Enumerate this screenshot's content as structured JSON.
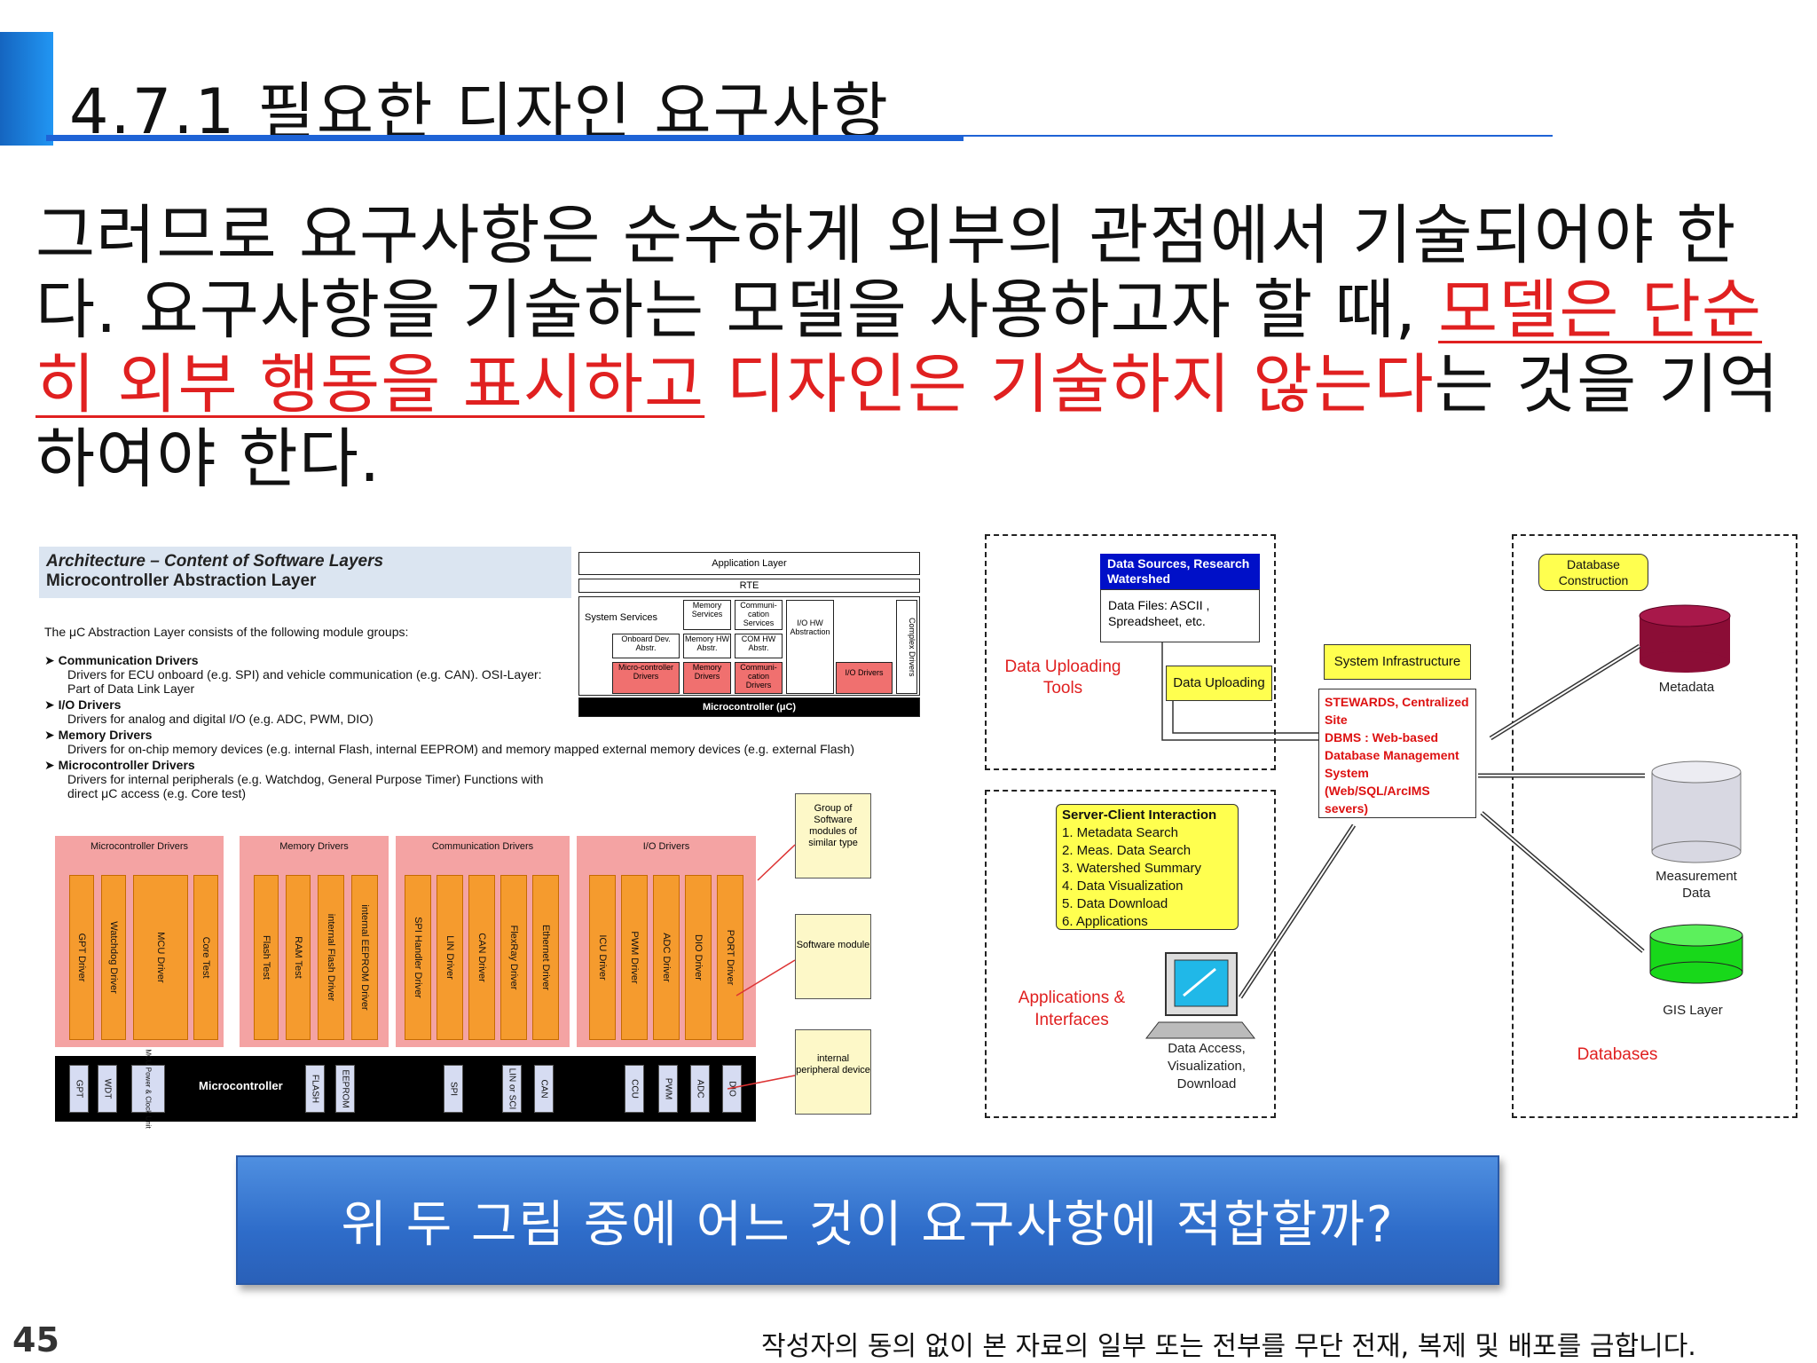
{
  "slide": {
    "title": "4.7.1 필요한 디자인 요구사항",
    "body": {
      "part1": "그러므로 요구사항은 순수하게 외부의 관점에서 기술되어야 한다. 요구사항을 기술하는 모델을 사용하고자 할 때, ",
      "red_underlined": "모델은 단순히 외부 행동을 표시하고",
      "space": " ",
      "red_plain": "디자인은 기술하지 않는다",
      "part2": "는 것을 기억하여야 한다."
    },
    "question": "위 두 그림 중에 어느 것이 요구사항에 적합할까?",
    "page_number": "45",
    "footer": "작성자의 동의 없이 본 자료의 일부 또는 전부를 무단 전재, 복제 및 배포를 금합니다."
  },
  "left_figure": {
    "header1": "Architecture – Content of Software Layers",
    "header2": "Microcontroller Abstraction Layer",
    "intro": "The μC Abstraction Layer consists of the following module groups:",
    "items": [
      {
        "title": "Communication Drivers",
        "desc": "Drivers for ECU onboard (e.g. SPI) and vehicle communication (e.g. CAN). OSI-Layer: Part of Data Link Layer"
      },
      {
        "title": "I/O Drivers",
        "desc": "Drivers for analog and digital I/O (e.g. ADC, PWM, DIO)"
      },
      {
        "title": "Memory Drivers",
        "desc": "Drivers for on-chip memory devices (e.g. internal Flash, internal EEPROM) and memory mapped external memory devices (e.g. external Flash)"
      },
      {
        "title": "Microcontroller Drivers",
        "desc": "Drivers for internal peripherals (e.g. Watchdog, General Purpose Timer) Functions with direct μC access (e.g. Core test)"
      }
    ],
    "stack": {
      "app": "Application Layer",
      "rte": "RTE",
      "sys": "System Services",
      "mem_serv": "Memory Services",
      "comm_serv": "Communi-cation Services",
      "io_hw": "I/O HW Abstraction",
      "complex": "Complex Drivers",
      "onboard": "Onboard Dev. Abstr.",
      "mem_hw": "Memory HW Abstr.",
      "com_hw": "COM HW Abstr.",
      "mc_drv": "Micro-controller Drivers",
      "mem_drv": "Memory Drivers",
      "comm_drv": "Communi-cation Drivers",
      "io_drv": "I/O Drivers",
      "mc": "Microcontroller (μC)"
    },
    "groups": [
      {
        "title": "Microcontroller Drivers",
        "drivers": [
          "GPT Driver",
          "Watchdog Driver",
          "MCU Driver",
          "Core Test"
        ]
      },
      {
        "title": "Memory Drivers",
        "drivers": [
          "Flash Test",
          "RAM Test",
          "internal Flash Driver",
          "internal EEPROM Driver"
        ]
      },
      {
        "title": "Communication Drivers",
        "drivers": [
          "SPI Handler Driver",
          "LIN Driver",
          "CAN Driver",
          "FlexRay Driver",
          "Ethernet Driver"
        ]
      },
      {
        "title": "I/O Drivers",
        "drivers": [
          "ICU Driver",
          "PWM Driver",
          "ADC Driver",
          "DIO Driver",
          "PORT Driver"
        ]
      }
    ],
    "mc_label": "Microcontroller",
    "mc_cells": [
      "GPT",
      "WDT",
      "MCU Power & Clock Unit",
      "FLASH",
      "EEPROM",
      "SPI",
      "LIN or SCI",
      "CAN",
      "CCU",
      "PWM",
      "ADC",
      "DIO"
    ],
    "notes": [
      "Group of Software modules of similar type",
      "Software module",
      "internal peripheral device"
    ]
  },
  "right_figure": {
    "data_sources_title": "Data Sources, Research Watershed",
    "data_files": "Data Files: ASCII , Spreadsheet, etc.",
    "data_uploading_tools": "Data Uploading Tools",
    "data_uploading": "Data Uploading",
    "system_infra": "System Infrastructure",
    "stewards": "STEWARDS, Centralized Site",
    "dbms": "DBMS : Web-based Database Management System (Web/SQL/ArcIMS severs)",
    "db_construction": "Database Construction",
    "metadata": "Metadata",
    "measurement": "Measurement Data",
    "gis": "GIS Layer",
    "databases": "Databases",
    "server_client_title": "Server-Client Interaction",
    "server_client_items": [
      "1. Metadata Search",
      "2. Meas. Data Search",
      "3. Watershed Summary",
      "4. Data Visualization",
      "5. Data  Download",
      "6. Applications"
    ],
    "apps": "Applications & Interfaces",
    "data_access": "Data Access, Visualization, Download"
  }
}
